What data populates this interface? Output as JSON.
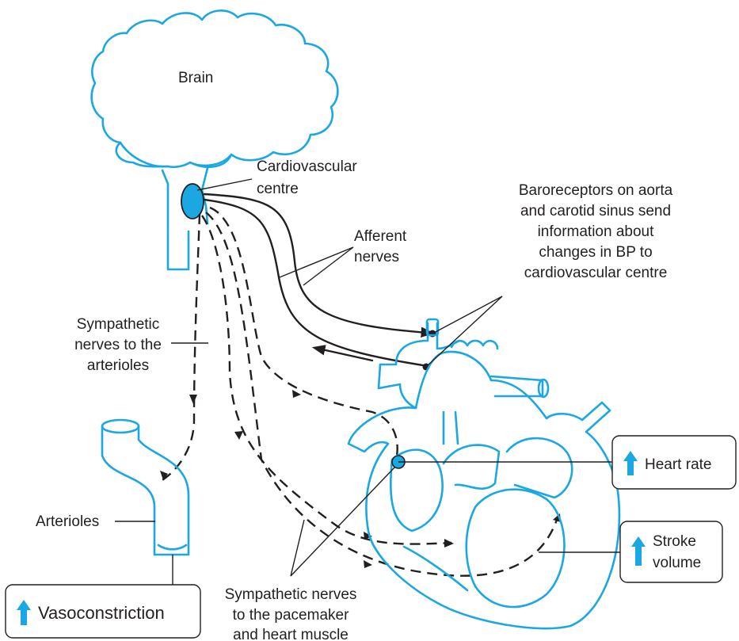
{
  "labels": {
    "brain": "Brain",
    "cv_centre": [
      "Cardiovascular",
      "centre"
    ],
    "baroreceptors": [
      "Baroreceptors on aorta",
      "and carotid sinus send",
      "information about",
      "changes in BP to",
      "cardiovascular centre"
    ],
    "afferent": [
      "Afferent",
      "nerves"
    ],
    "symp_arterioles": [
      "Sympathetic",
      "nerves to the",
      "arterioles"
    ],
    "arterioles": "Arterioles",
    "symp_pacemaker": [
      "Sympathetic nerves",
      "to the pacemaker",
      "and heart muscle"
    ]
  },
  "boxes": {
    "heart_rate": "Heart rate",
    "stroke_volume": [
      "Stroke",
      "volume"
    ],
    "vasoconstriction": "Vasoconstriction"
  },
  "colors": {
    "accent": "#1ba7e1",
    "ink": "#231f20"
  },
  "icons": {
    "increase": "up-arrow-icon"
  }
}
